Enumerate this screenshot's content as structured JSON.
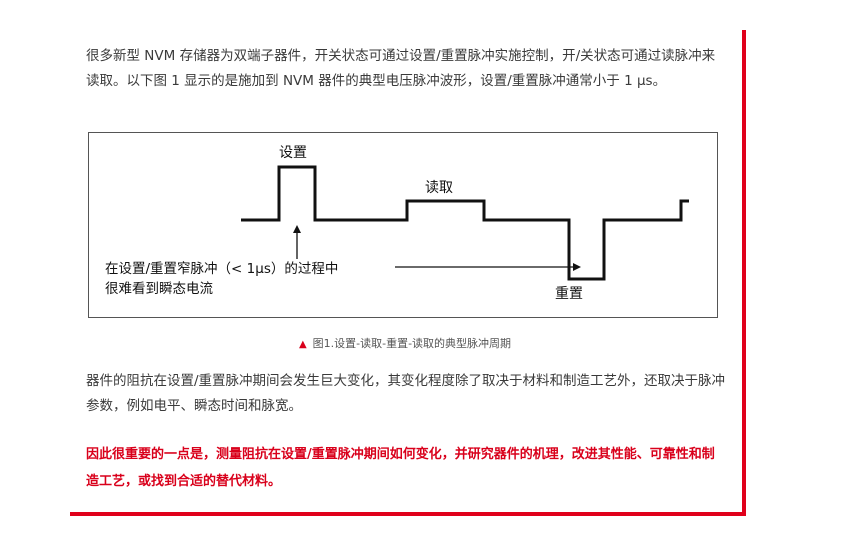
{
  "article": {
    "intro": "很多新型 NVM 存储器为双端子器件，开关状态可通过设置/重置脉冲实施控制，开/关状态可通过读脉冲来读取。以下图 1 显示的是施加到 NVM 器件的典型电压脉冲波形，设置/重置脉冲通常小于 1 µs。",
    "figure": {
      "label_set": "设置",
      "label_read": "读取",
      "label_reset": "重置",
      "annotation_line1": "在设置/重置窄脉冲（< 1µs）的过程中",
      "annotation_line2": "很难看到瞬态电流"
    },
    "caption": "图1.设置-读取-重置-读取的典型脉冲周期",
    "caption_marker": "▲",
    "paragraph2": "器件的阻抗在设置/重置脉冲期间会发生巨大变化，其变化程度除了取决于材料和制造工艺外，还取决于脉冲参数，例如电平、瞬态时间和脉宽。",
    "emphasis": "因此很重要的一点是，测量阻抗在设置/重置脉冲期间如何变化，并研究器件的机理，改进其性能、可靠性和制造工艺，或找到合适的替代材料。"
  },
  "colors": {
    "accent": "#d9001b",
    "text": "#3a3a3a"
  }
}
